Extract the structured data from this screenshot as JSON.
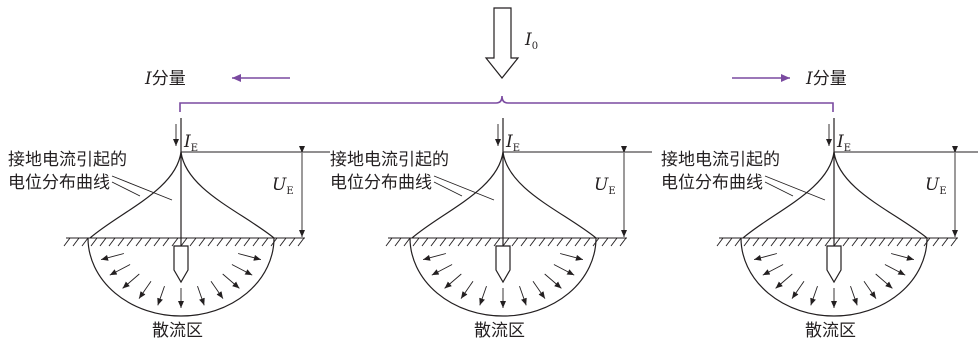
{
  "top_current": {
    "symbol": "I",
    "subscript": "0"
  },
  "branch_current": {
    "symbol": "I",
    "text": "分量"
  },
  "units": [
    {
      "ie_symbol": "I",
      "ie_sub": "E",
      "ue_symbol": "U",
      "ue_sub": "E",
      "curve_label_line1": "接地电流引起的",
      "curve_label_line2": "电位分布曲线",
      "zone_label": "散流区"
    },
    {
      "ie_symbol": "I",
      "ie_sub": "E",
      "ue_symbol": "U",
      "ue_sub": "E",
      "curve_label_line1": "接地电流引起的",
      "curve_label_line2": "电位分布曲线",
      "zone_label": "散流区"
    },
    {
      "ie_symbol": "I",
      "ie_sub": "E",
      "ue_symbol": "U",
      "ue_sub": "E",
      "curve_label_line1": "接地电流引起的",
      "curve_label_line2": "电位分布曲线",
      "zone_label": "散流区"
    }
  ],
  "colors": {
    "line": "#231f20",
    "branch": "#7a4aa0",
    "background": "#ffffff"
  }
}
